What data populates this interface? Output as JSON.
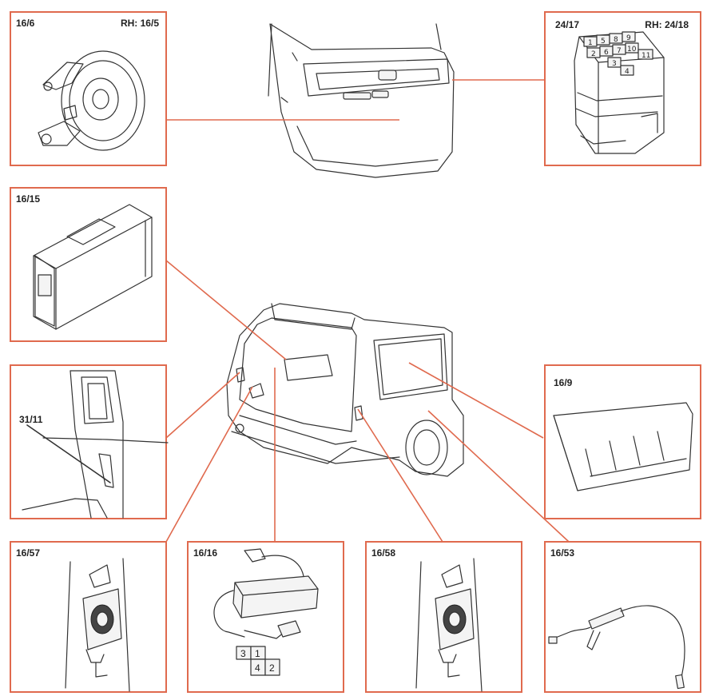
{
  "colors": {
    "frame": "#e06a4e",
    "ink": "#333333"
  },
  "callouts": {
    "speaker": {
      "code": "16/6",
      "rh": "RH: 16/5"
    },
    "switch_block": {
      "code": "24/17",
      "rh": "RH: 24/18",
      "cells": [
        "1",
        "5",
        "8",
        "9",
        "2",
        "6",
        "7",
        "10",
        "11",
        "3",
        "4"
      ]
    },
    "amplifier": {
      "code": "16/15"
    },
    "pillar": {
      "code": "31/11"
    },
    "panel": {
      "code": "16/9"
    },
    "left_speaker": {
      "code": "16/57"
    },
    "module": {
      "code": "16/16",
      "pins": [
        "3",
        "1",
        "4",
        "2"
      ]
    },
    "right_speaker": {
      "code": "16/58"
    },
    "antenna_cable": {
      "code": "16/53"
    }
  }
}
